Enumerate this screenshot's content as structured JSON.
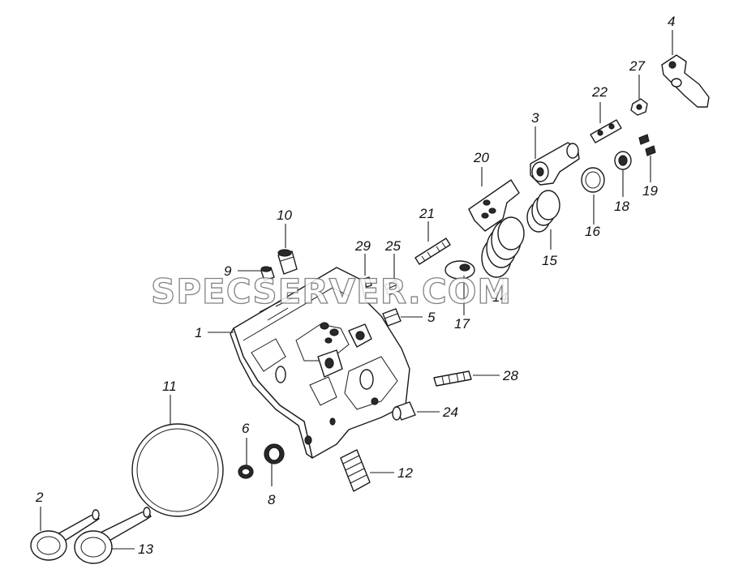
{
  "watermark": "SPECSERVER.COM",
  "labels": {
    "l1": "1",
    "l2": "2",
    "l3": "3",
    "l4": "4",
    "l5": "5",
    "l6": "6",
    "l8": "8",
    "l9": "9",
    "l10": "10",
    "l11": "11",
    "l12": "12",
    "l13": "13",
    "l14": "14",
    "l15": "15",
    "l16": "16",
    "l17": "17",
    "l18": "18",
    "l19": "19",
    "l20": "20",
    "l21": "21",
    "l22": "22",
    "l24": "24",
    "l25": "25",
    "l27": "27",
    "l28": "28",
    "l29": "29"
  }
}
